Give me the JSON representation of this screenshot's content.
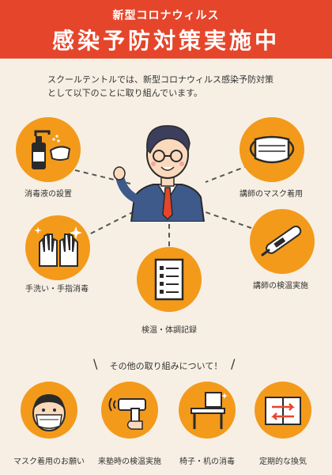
{
  "header": {
    "subtitle": "新型コロナウィルス",
    "title": "感染予防対策実施中"
  },
  "intro": {
    "line1": "スクールテントルでは、新型コロナウィルス感染予防対策",
    "line2": "として以下のことに取り組んでいます。"
  },
  "measures": [
    {
      "label": "消毒液の設置",
      "icon": "sanitizer-icon"
    },
    {
      "label": "講師のマスク着用",
      "icon": "face-mask-icon"
    },
    {
      "label": "手洗い・手指消毒",
      "icon": "clean-hands-icon"
    },
    {
      "label": "講師の検温実施",
      "icon": "thermometer-icon"
    },
    {
      "label": "検温・体調記録",
      "icon": "checklist-icon"
    }
  ],
  "other": {
    "heading": "その他の取り組みについて！",
    "items": [
      {
        "label": "マスク着用のお願い",
        "icon": "masked-child-icon"
      },
      {
        "label": "来塾時の検温実施",
        "icon": "temperature-gun-icon"
      },
      {
        "label": "椅子・机の消毒",
        "icon": "desk-chair-icon"
      },
      {
        "label": "定期的な換気",
        "icon": "ventilation-icon"
      }
    ]
  },
  "colors": {
    "header_bg": "#e5462b",
    "accent": "#f39a1b",
    "background": "#f7efe4"
  }
}
